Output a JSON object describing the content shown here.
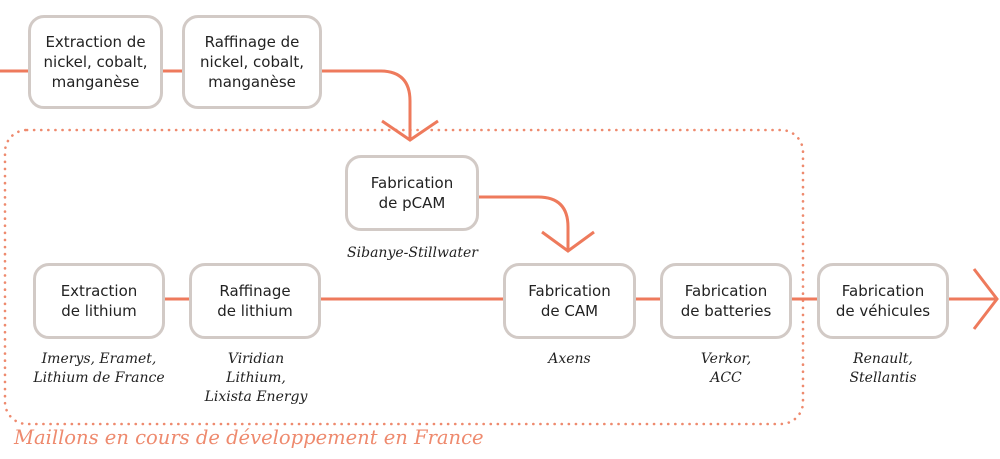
{
  "colors": {
    "arrow": "#ee7a5c",
    "zone_border": "#ee8a6e",
    "box_border": "#d2cac6",
    "text": "#222222"
  },
  "nodes": {
    "extraction_nickel": "Extraction de\nnickel, cobalt,\nmanganèse",
    "raffinage_nickel": "Raffinage de\nnickel, cobalt,\nmanganèse",
    "fabrication_pcam": "Fabrication\nde pCAM",
    "extraction_lithium": "Extraction\nde lithium",
    "raffinage_lithium": "Raffinage\nde lithium",
    "fabrication_cam": "Fabrication\nde CAM",
    "fabrication_batteries": "Fabrication\nde batteries",
    "fabrication_vehicules": "Fabrication\nde véhicules"
  },
  "actors": {
    "pcam": "Sibanye-Stillwater",
    "extraction_lithium": "Imerys, Eramet,\nLithium de France",
    "raffinage_lithium": "Viridian\nLithium,\nLixista Energy",
    "cam": "Axens",
    "batteries": "Verkor,\nACC",
    "vehicules": "Renault,\nStellantis"
  },
  "zone_label": "Maillons en cours de développement en France"
}
